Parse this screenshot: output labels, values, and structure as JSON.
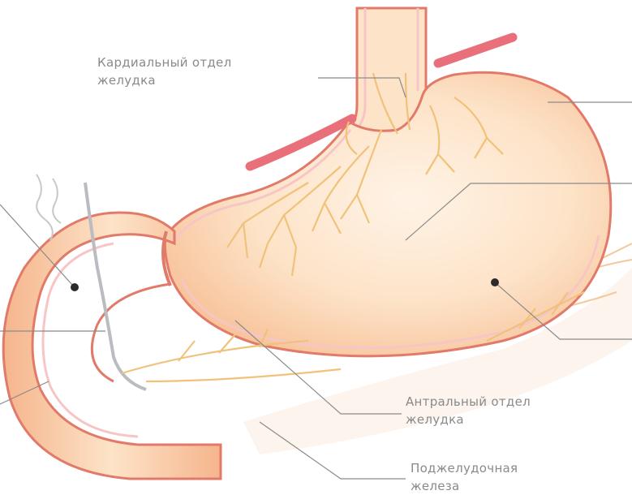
{
  "labels": {
    "cardia": {
      "line1": "Кардиальный отдел",
      "line2": "желудка"
    },
    "antrum": {
      "line1": "Антральный отдел",
      "line2": "желудка"
    },
    "pancreas": {
      "line1": "Поджелудочная",
      "line2": "железа"
    }
  },
  "colors": {
    "stomach_fill": "#fbd9b6",
    "stomach_edge": "#f2b08a",
    "wall_line": "#e27a6a",
    "vessel": "#e9707a",
    "nerve": "#f0c27a",
    "leader_line": "#8a8a8a",
    "label_text": "#8a8a8a"
  }
}
